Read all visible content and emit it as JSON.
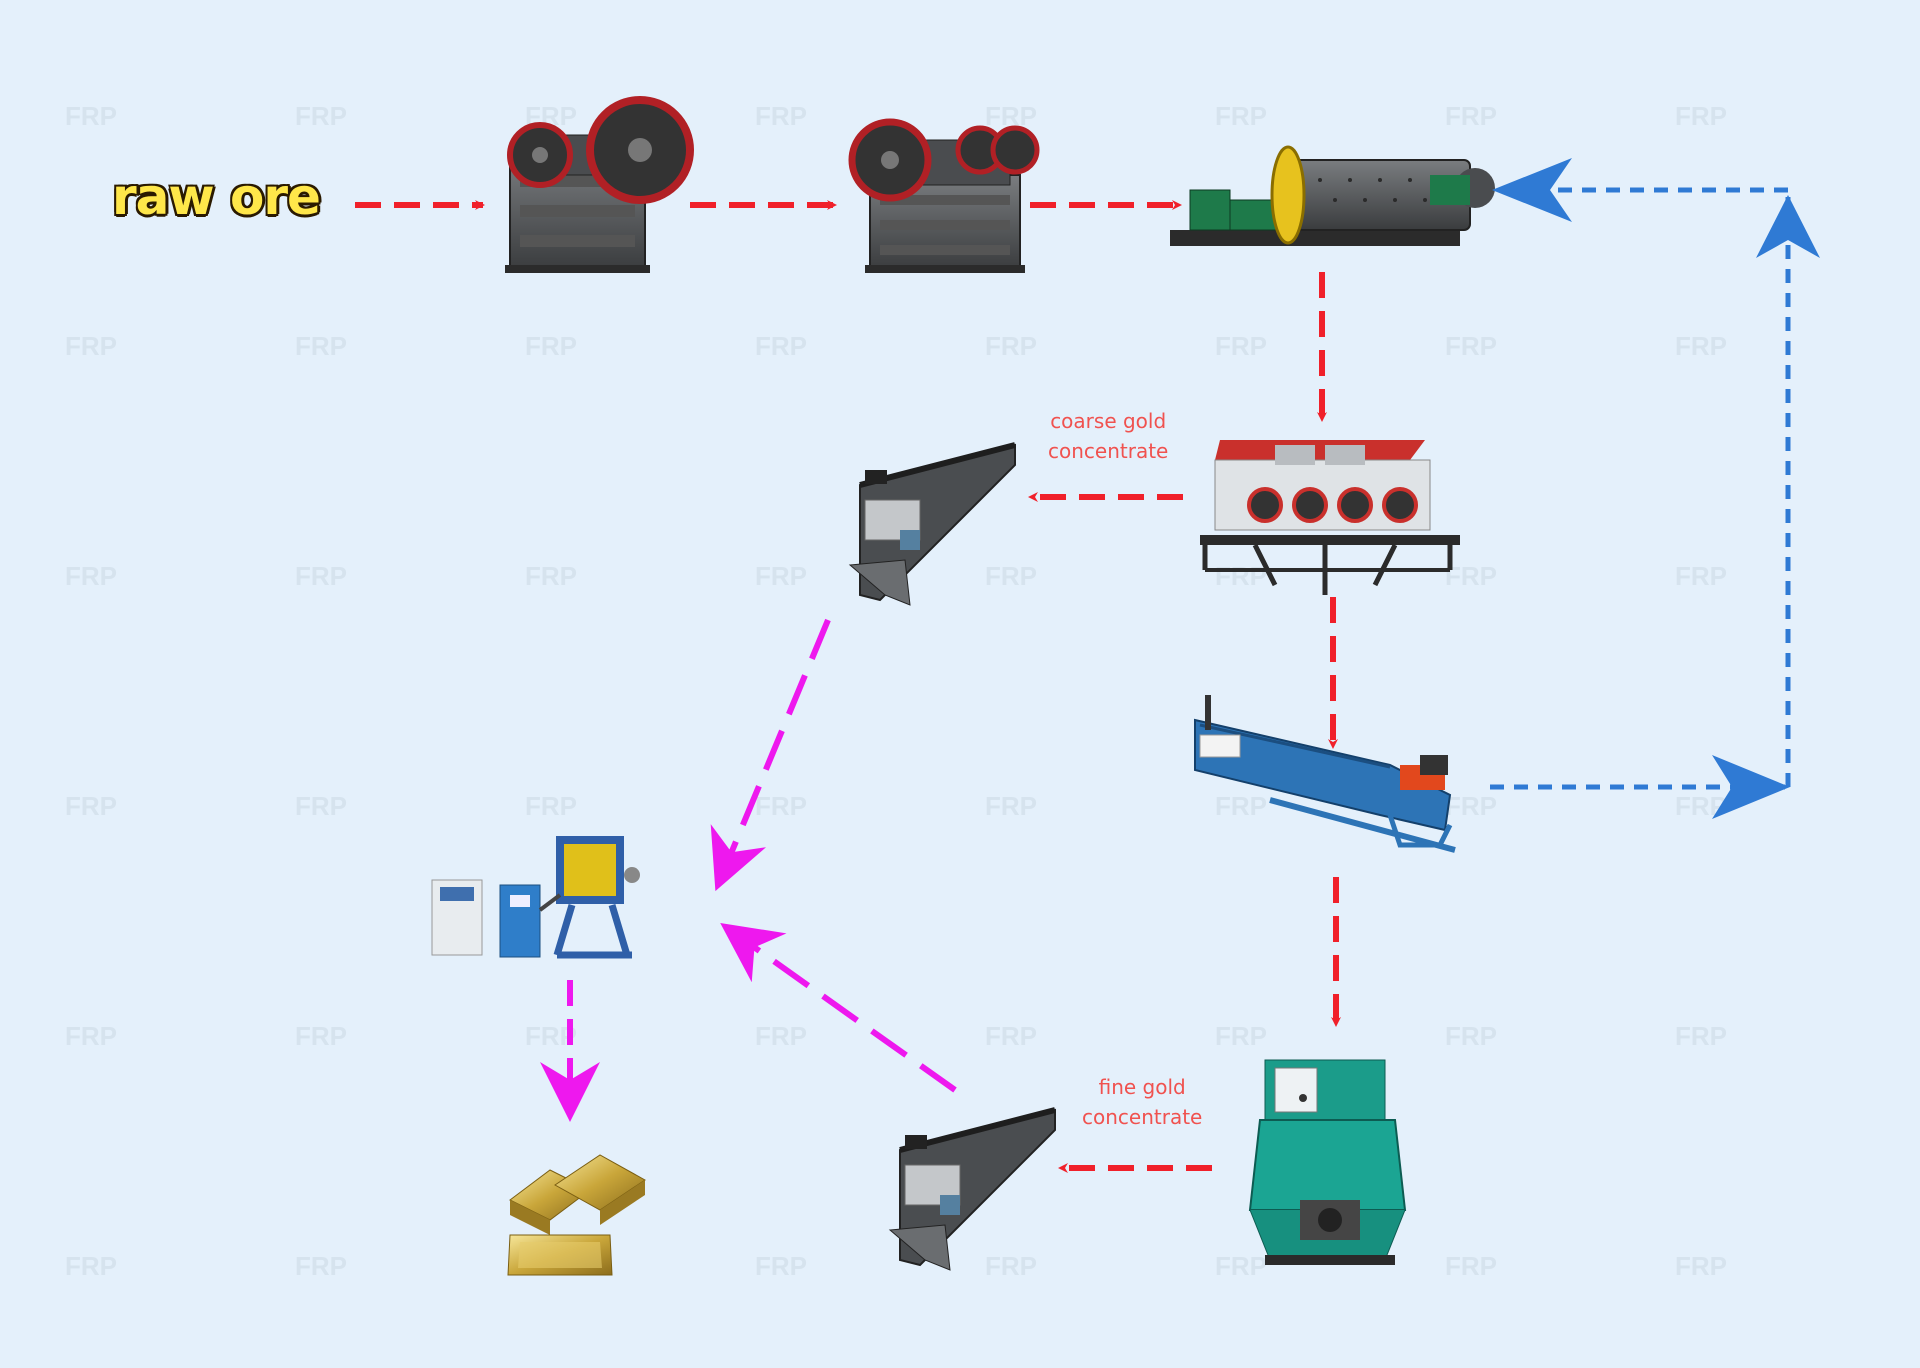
{
  "start_label": "raw ore",
  "labels": {
    "coarse": [
      "coarse gold",
      "concentrate"
    ],
    "fine": [
      "fine gold",
      "concentrate"
    ]
  },
  "watermark_text": "FRP",
  "colors": {
    "background": "#e4f0fb",
    "main_flow": "#f0202a",
    "return_flow": "#2f7ad4",
    "gold_flow": "#ee18ee",
    "label_text": "#f0524f",
    "raw_ore_text": "#ffe74a"
  },
  "equipment": [
    {
      "id": "jaw-crusher-primary",
      "icon": "jaw-crusher-icon"
    },
    {
      "id": "jaw-crusher-secondary",
      "icon": "jaw-crusher-icon"
    },
    {
      "id": "ball-mill",
      "icon": "ball-mill-icon"
    },
    {
      "id": "jig-machine",
      "icon": "jig-machine-icon"
    },
    {
      "id": "spiral-classifier",
      "icon": "spiral-classifier-icon"
    },
    {
      "id": "centrifugal-concentrator",
      "icon": "centrifugal-concentrator-icon"
    },
    {
      "id": "shaking-table-coarse",
      "icon": "shaking-table-icon"
    },
    {
      "id": "shaking-table-fine",
      "icon": "shaking-table-icon"
    },
    {
      "id": "melting-furnace",
      "icon": "melting-furnace-icon"
    },
    {
      "id": "gold-bars",
      "icon": "gold-bars-icon"
    }
  ]
}
